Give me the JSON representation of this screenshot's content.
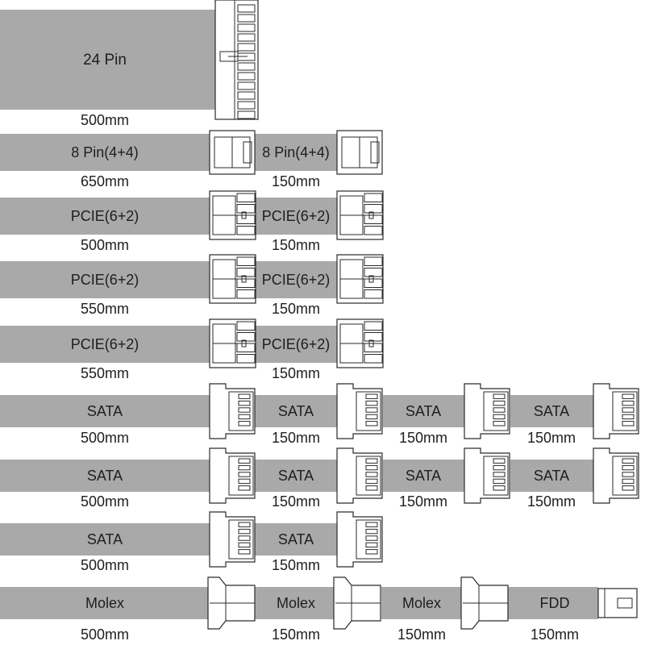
{
  "colors": {
    "cable": "#a9a9a9",
    "connector": "#ffffff",
    "outline": "#2a2a2a",
    "text": "#1e1e1e"
  },
  "cables": [
    {
      "name": "24-pin-cable",
      "segments": [
        {
          "label": "24 Pin",
          "length": "500mm",
          "connector": "atx-24pin"
        }
      ]
    },
    {
      "name": "eps-cable",
      "segments": [
        {
          "label": "8 Pin(4+4)",
          "length": "650mm",
          "connector": "cpu-4plus4"
        },
        {
          "label": "8 Pin(4+4)",
          "length": "150mm",
          "connector": "cpu-4plus4"
        }
      ]
    },
    {
      "name": "pcie-cable-1",
      "segments": [
        {
          "label": "PCIE(6+2)",
          "length": "500mm",
          "connector": "pcie-6plus2"
        },
        {
          "label": "PCIE(6+2)",
          "length": "150mm",
          "connector": "pcie-6plus2"
        }
      ]
    },
    {
      "name": "pcie-cable-2",
      "segments": [
        {
          "label": "PCIE(6+2)",
          "length": "550mm",
          "connector": "pcie-6plus2"
        },
        {
          "label": "PCIE(6+2)",
          "length": "150mm",
          "connector": "pcie-6plus2"
        }
      ]
    },
    {
      "name": "pcie-cable-3",
      "segments": [
        {
          "label": "PCIE(6+2)",
          "length": "550mm",
          "connector": "pcie-6plus2"
        },
        {
          "label": "PCIE(6+2)",
          "length": "150mm",
          "connector": "pcie-6plus2"
        }
      ]
    },
    {
      "name": "sata-cable-1",
      "segments": [
        {
          "label": "SATA",
          "length": "500mm",
          "connector": "sata"
        },
        {
          "label": "SATA",
          "length": "150mm",
          "connector": "sata"
        },
        {
          "label": "SATA",
          "length": "150mm",
          "connector": "sata"
        },
        {
          "label": "SATA",
          "length": "150mm",
          "connector": "sata"
        }
      ]
    },
    {
      "name": "sata-cable-2",
      "segments": [
        {
          "label": "SATA",
          "length": "500mm",
          "connector": "sata"
        },
        {
          "label": "SATA",
          "length": "150mm",
          "connector": "sata"
        },
        {
          "label": "SATA",
          "length": "150mm",
          "connector": "sata"
        },
        {
          "label": "SATA",
          "length": "150mm",
          "connector": "sata"
        }
      ]
    },
    {
      "name": "sata-cable-3",
      "segments": [
        {
          "label": "SATA",
          "length": "500mm",
          "connector": "sata"
        },
        {
          "label": "SATA",
          "length": "150mm",
          "connector": "sata"
        }
      ]
    },
    {
      "name": "molex-cable",
      "segments": [
        {
          "label": "Molex",
          "length": "500mm",
          "connector": "molex"
        },
        {
          "label": "Molex",
          "length": "150mm",
          "connector": "molex"
        },
        {
          "label": "Molex",
          "length": "150mm",
          "connector": "molex"
        },
        {
          "label": "FDD",
          "length": "150mm",
          "connector": "fdd"
        }
      ]
    }
  ]
}
